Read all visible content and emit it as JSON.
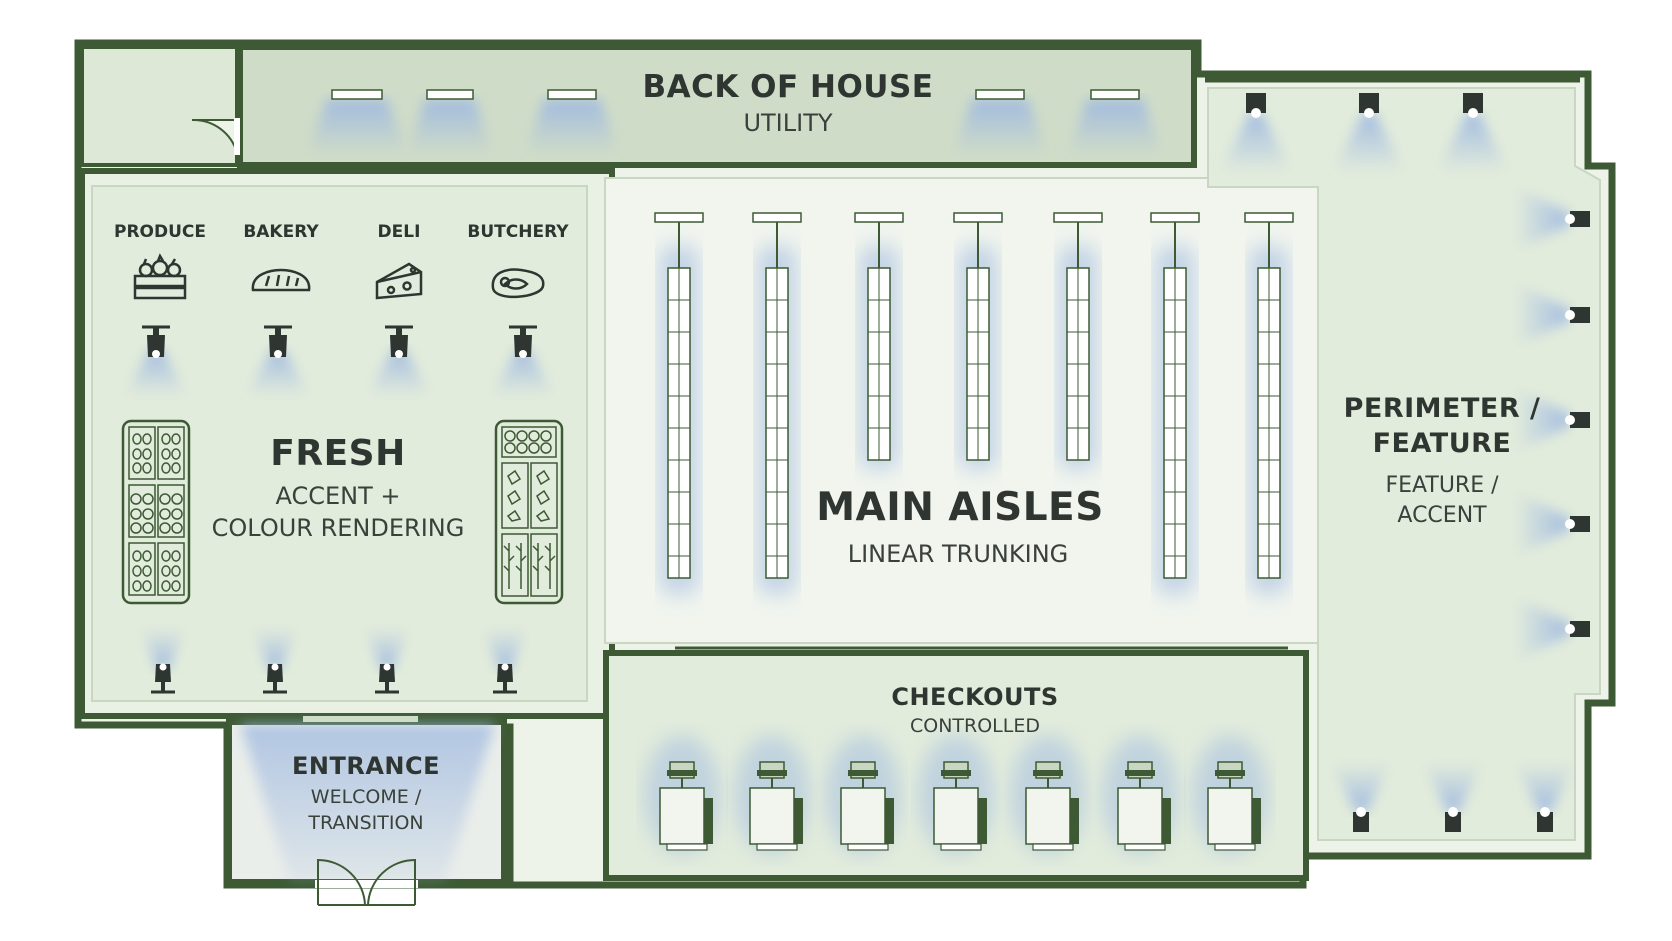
{
  "zones": {
    "back_of_house": {
      "title": "BACK OF HOUSE",
      "subtitle": "UTILITY"
    },
    "fresh": {
      "title": "FRESH",
      "subtitle_line1": "ACCENT +",
      "subtitle_line2": "COLOUR RENDERING"
    },
    "main_aisles": {
      "title": "MAIN AISLES",
      "subtitle": "LINEAR TRUNKING"
    },
    "perimeter": {
      "title_line1": "PERIMETER /",
      "title_line2": "FEATURE",
      "subtitle_line1": "FEATURE /",
      "subtitle_line2": "ACCENT"
    },
    "checkouts": {
      "title": "CHECKOUTS",
      "subtitle": "CONTROLLED"
    },
    "entrance": {
      "title": "ENTRANCE",
      "subtitle_line1": "WELCOME /",
      "subtitle_line2": "TRANSITION"
    }
  },
  "departments": [
    {
      "label": "PRODUCE",
      "icon": "produce-crate-icon"
    },
    {
      "label": "BAKERY",
      "icon": "bread-icon"
    },
    {
      "label": "DELI",
      "icon": "cheese-icon"
    },
    {
      "label": "BUTCHERY",
      "icon": "steak-icon"
    }
  ],
  "colors": {
    "wall": "#3d5a34",
    "floor": "#eef3ea",
    "zone_fill": "#e2ecdc",
    "back_of_house_fill": "#cfdcc8",
    "light_glow": "#9fb9e0"
  }
}
